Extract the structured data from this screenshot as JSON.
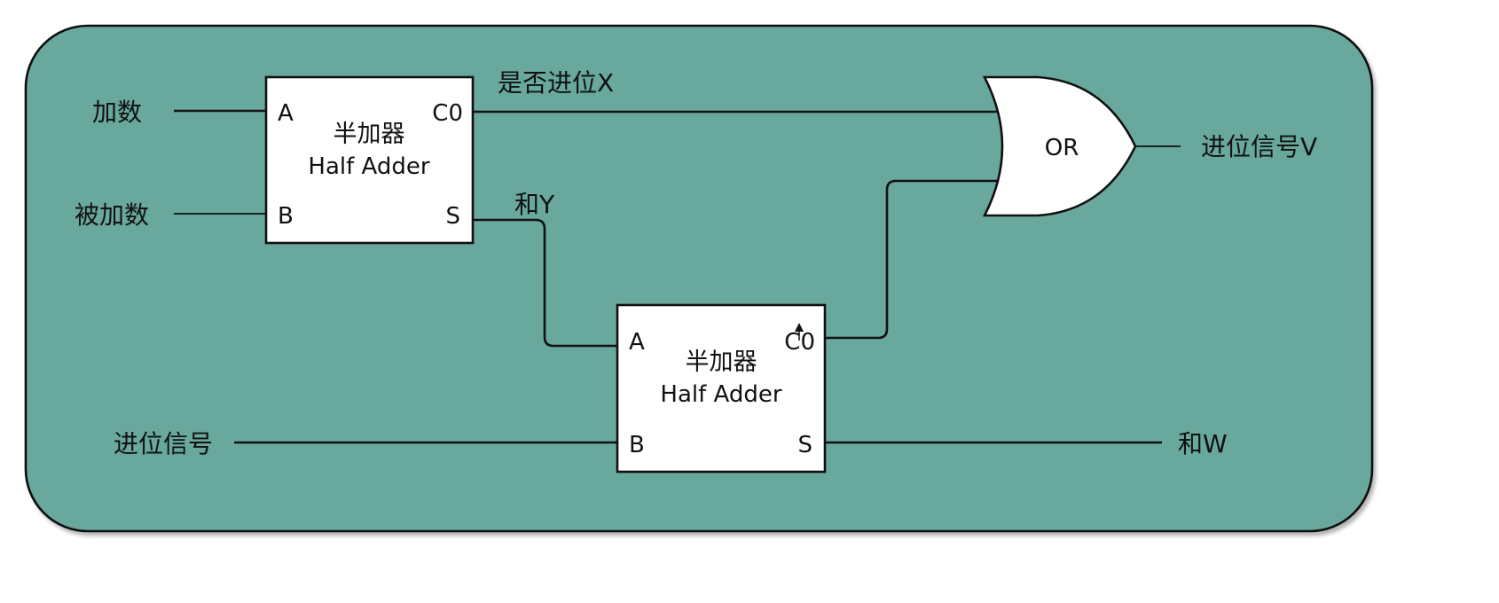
{
  "diagram": {
    "title": "Full adder built from two half adders and an OR gate",
    "background_color": "#67a89d",
    "inputs": {
      "addend": "加数",
      "augend": "被加数",
      "carry_in": "进位信号"
    },
    "half_adder_1": {
      "title_cn": "半加器",
      "title_en": "Half Adder",
      "port_a": "A",
      "port_b": "B",
      "port_carry": "C0",
      "port_sum": "S"
    },
    "half_adder_2": {
      "title_cn": "半加器",
      "title_en": "Half Adder",
      "port_a": "A",
      "port_b": "B",
      "port_carry": "C0",
      "port_sum": "S"
    },
    "or_gate": {
      "label": "OR"
    },
    "signals": {
      "carry_x": "是否进位X",
      "sum_y": "和Y",
      "carry_out_v": "进位信号V",
      "sum_w": "和W"
    }
  }
}
